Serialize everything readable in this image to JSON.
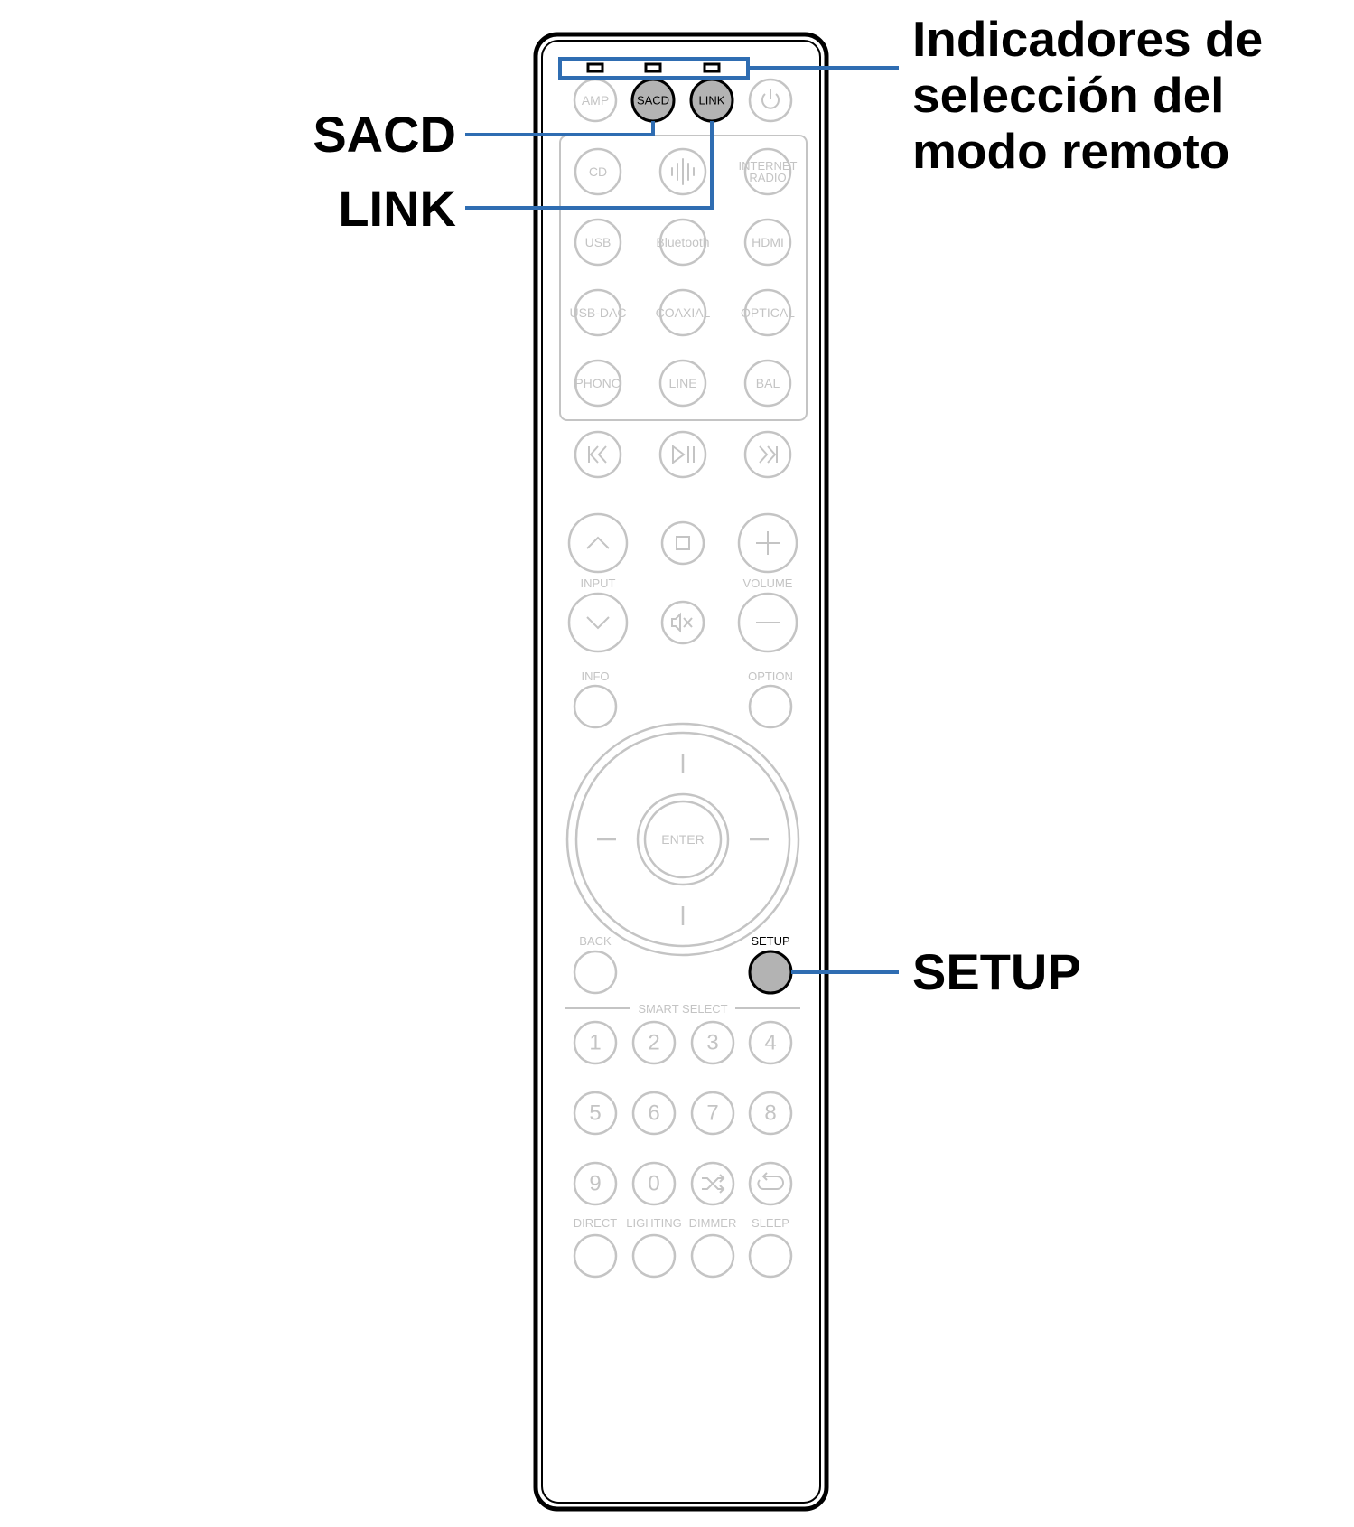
{
  "callouts": {
    "indicators": [
      "Indicadores de",
      "selección del",
      "modo remoto"
    ],
    "sacd": "SACD",
    "link": "LINK",
    "setup": "SETUP"
  },
  "remote": {
    "top_row": [
      "AMP",
      "SACD",
      "LINK"
    ],
    "sources": {
      "cd": "CD",
      "internet_radio": [
        "INTERNET",
        "RADIO"
      ],
      "usb": "USB",
      "bluetooth": "Bluetooth",
      "hdmi": "HDMI",
      "usb_dac": "USB-DAC",
      "coaxial": "COAXIAL",
      "optical": "OPTICAL",
      "phono": "PHONO",
      "line": "LINE",
      "bal": "BAL"
    },
    "labels": {
      "input": "INPUT",
      "volume": "VOLUME",
      "info": "INFO",
      "option": "OPTION",
      "enter": "ENTER",
      "back": "BACK",
      "setup": "SETUP",
      "smart_select": "SMART SELECT"
    },
    "numbers": [
      "1",
      "2",
      "3",
      "4",
      "5",
      "6",
      "7",
      "8",
      "9",
      "0"
    ],
    "bottom_labels": [
      "DIRECT",
      "LIGHTING",
      "DIMMER",
      "SLEEP"
    ]
  },
  "colors": {
    "leader": "#2f6db2",
    "highlight_fill": "#b3b3b3",
    "ghost": "#c4c4c4"
  }
}
